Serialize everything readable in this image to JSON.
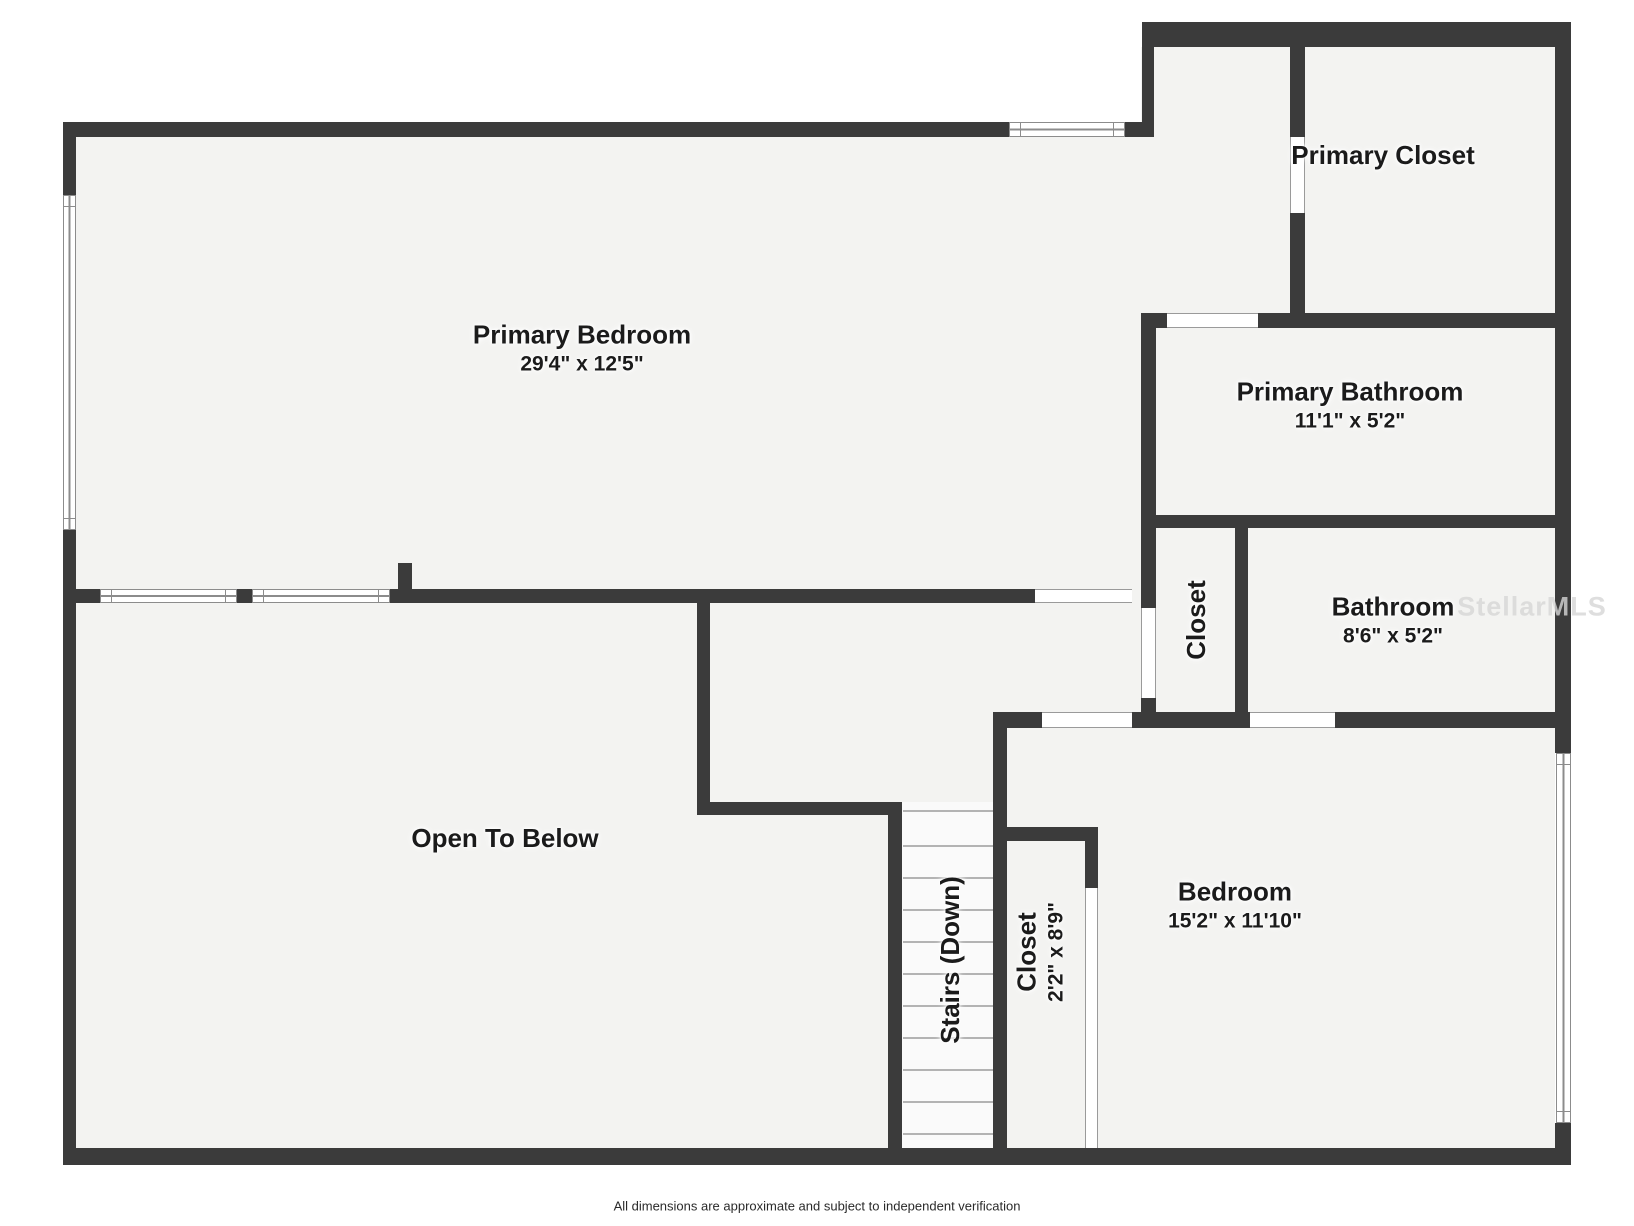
{
  "plan": {
    "rooms": [
      {
        "id": "primary_bedroom",
        "name": "Primary Bedroom",
        "dims": "29'4\" x 12'5\""
      },
      {
        "id": "primary_closet",
        "name": "Primary Closet",
        "dims": ""
      },
      {
        "id": "primary_bathroom",
        "name": "Primary Bathroom",
        "dims": "11'1\" x 5'2\""
      },
      {
        "id": "bathroom",
        "name": "Bathroom",
        "dims": "8'6\" x 5'2\""
      },
      {
        "id": "hall_closet",
        "name": "Closet",
        "dims": ""
      },
      {
        "id": "open_to_below",
        "name": "Open To Below",
        "dims": ""
      },
      {
        "id": "stairs",
        "name": "Stairs (Down)",
        "dims": ""
      },
      {
        "id": "bedroom_closet",
        "name": "Closet",
        "dims": "2'2\" x 8'9\""
      },
      {
        "id": "bedroom",
        "name": "Bedroom",
        "dims": "15'2\" x 11'10\""
      }
    ],
    "colors": {
      "wall": "#3b3b3b",
      "floor": "#f3f3f1",
      "outside": "#ffffff"
    },
    "watermark": "StellarMLS",
    "footer": "All dimensions are approximate and subject to independent verification"
  }
}
